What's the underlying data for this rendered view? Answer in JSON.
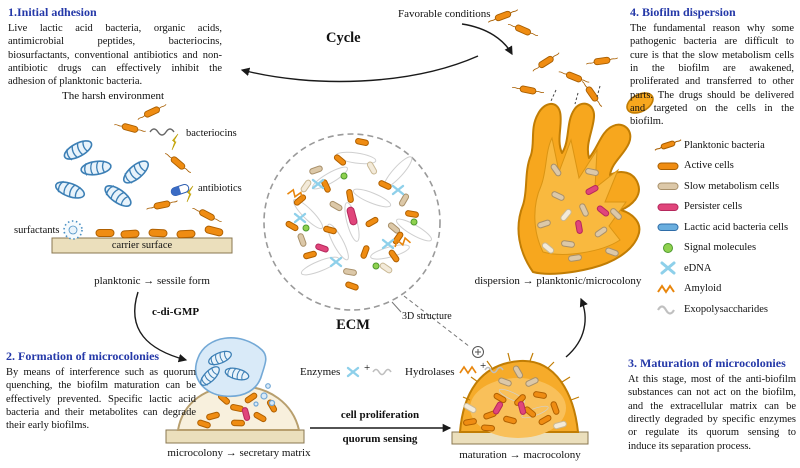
{
  "sections": {
    "initial_adhesion": {
      "title": "1.Initial adhesion",
      "body": "Live lactic acid bacteria, organic acids, antimicrobial peptides, bacteriocins, biosurfactants, conventional antibiotics and non-antibiotic drugs can effectively inhibit the adhesion of planktonic bacteria."
    },
    "dispersion": {
      "title": "4. Biofilm dispersion",
      "body": "The fundamental reason why some pathogenic bacteria are difficult to cure is that the slow metabolism cells in the biofilm are awakened, proliferated and transferred to other parts. The drugs should be delivered and targeted on the cells in the biofilm."
    },
    "formation": {
      "title": "2. Formation of microcolonies",
      "body": "By means of interference such as quorum quenching, the biofilm maturation can be effectively prevented. Specific lactic acid bacteria and their metabolites can degrade their early biofilms."
    },
    "maturation": {
      "title": "3. Maturation of microcolonies",
      "body": "At this stage, most of the anti-biofilm substances can not act on the biofilm, and the extracellular matrix can be directly degraded by specific enzymes or regulate its quorum sensing to induce its separation process."
    }
  },
  "labels": {
    "cycle": "Cycle",
    "favorable_conditions": "Favorable conditions",
    "harsh_environment": "The harsh environment",
    "bacteriocins": "bacteriocins",
    "antibiotics": "antibiotics",
    "surfactants": "surfactants",
    "carrier_surface": "carrier surface",
    "planktonic_caption": "planktonic → sessile form",
    "c_di_gmp": "c-di-GMP",
    "ecm": "ECM",
    "structure_3d": "3D structure",
    "enzymes": "Enzymes",
    "hydrolases": "Hydrolases",
    "plus": "+",
    "cell_proliferation": "cell proliferation",
    "quorum_sensing": "quorum sensing",
    "microcolony_caption": "microcolony → secretary matrix",
    "maturation_caption": "maturation → macrocolony",
    "dispersion_caption": "dispersion → planktonic/microcolony"
  },
  "legend": {
    "items": [
      {
        "name": "planktonic-bacteria",
        "label": "Planktonic bacteria"
      },
      {
        "name": "active-cells",
        "label": "Active cells"
      },
      {
        "name": "slow-metabolism-cells",
        "label": "Slow metabolism cells"
      },
      {
        "name": "persister-cells",
        "label": "Persister cells"
      },
      {
        "name": "lactic-acid-bacteria-cells",
        "label": "Lactic acid bacteria cells"
      },
      {
        "name": "signal-molecules",
        "label": "Signal molecules"
      },
      {
        "name": "edna",
        "label": "eDNA"
      },
      {
        "name": "amyloid",
        "label": "Amyloid"
      },
      {
        "name": "exopolysaccharides",
        "label": "Exopolysaccharides"
      }
    ]
  },
  "colors": {
    "heading_blue": "#2438a8",
    "bacteria_orange": "#ef8c12",
    "biofilm_orange": "#f7a71e",
    "slow_tan": "#dcc8a8",
    "persister_pink": "#e0457b",
    "lactic_blue": "#6aaede",
    "signal_green": "#8fd14f",
    "edna_cyan": "#8ed0ea",
    "carrier_beige": "#ebdfbc"
  }
}
